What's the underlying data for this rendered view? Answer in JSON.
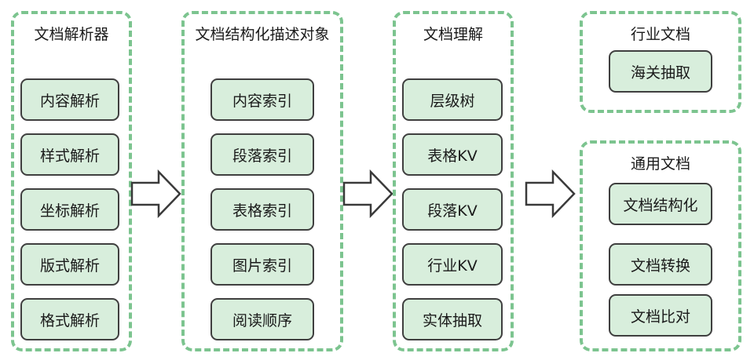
{
  "colors": {
    "panel_border": "#7cc48f",
    "box_fill": "#d8eedc",
    "box_border": "#3f3f3f",
    "arrow_stroke": "#3a3a3a"
  },
  "panels": {
    "parser": {
      "title": "文档解析器",
      "items": [
        "内容解析",
        "样式解析",
        "坐标解析",
        "版式解析",
        "格式解析"
      ]
    },
    "structure": {
      "title": "文档结构化描述对象",
      "items": [
        "内容索引",
        "段落索引",
        "表格索引",
        "图片索引",
        "阅读顺序"
      ]
    },
    "understanding": {
      "title": "文档理解",
      "items": [
        "层级树",
        "表格KV",
        "段落KV",
        "行业KV",
        "实体抽取"
      ]
    },
    "industry": {
      "title": "行业文档",
      "items": [
        "海关抽取"
      ]
    },
    "general": {
      "title": "通用文档",
      "items": [
        "文档结构化",
        "文档转换",
        "文档比对"
      ]
    }
  }
}
